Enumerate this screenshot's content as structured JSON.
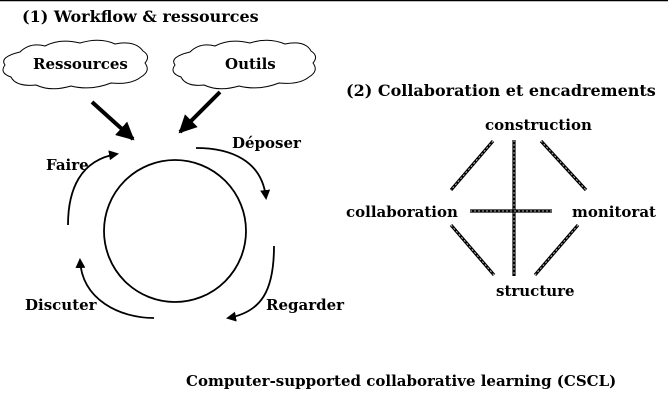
{
  "diagram": {
    "section1": {
      "title": "(1) Workflow & ressources",
      "clouds": [
        "Ressources",
        "Outils"
      ],
      "cycle_steps": [
        "Déposer",
        "Regarder",
        "Discuter",
        "Faire"
      ]
    },
    "section2": {
      "title": "(2) Collaboration et encadrements",
      "nodes": {
        "top": "construction",
        "left": "collaboration",
        "right": "monitorat",
        "bottom": "structure"
      }
    },
    "caption": "Computer-supported collaborative learning (CSCL)"
  }
}
